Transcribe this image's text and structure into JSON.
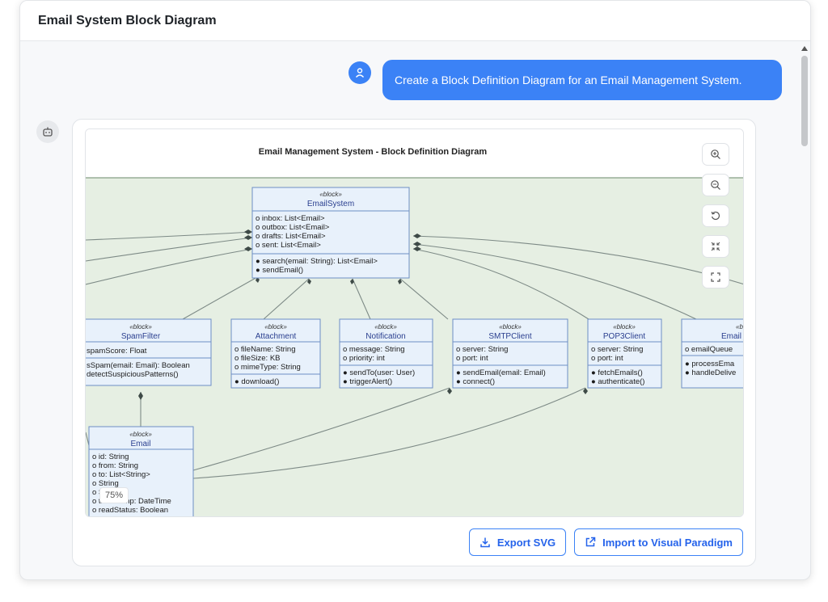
{
  "window": {
    "title": "Email System Block Diagram"
  },
  "chat": {
    "user_message": "Create a Block Definition Diagram for an Email Management System."
  },
  "diagram": {
    "title": "Email Management System - Block Definition Diagram",
    "zoom_level": "75%",
    "colors": {
      "canvas": "#e6efe3",
      "block_fill": "#e8f1fb",
      "block_border": "#6d8ec4",
      "block_name": "#2a3f8f"
    },
    "stereotype": "«block»",
    "blocks": {
      "emailsystem": {
        "name": "EmailSystem",
        "attributes": [
          "o inbox: List<Email>",
          "o outbox: List<Email>",
          "o drafts: List<Email>",
          "o sent: List<Email>"
        ],
        "operations": [
          "● search(email: String): List<Email>",
          "● sendEmail()"
        ]
      },
      "spamfilter": {
        "name": "SpamFilter",
        "attributes": [
          "spamScore: Float"
        ],
        "operations": [
          "sSpam(email: Email): Boolean",
          "detectSuspiciousPatterns()"
        ]
      },
      "attachment": {
        "name": "Attachment",
        "attributes": [
          "o fileName: String",
          "o fileSize: KB",
          "o mimeType: String"
        ],
        "operations": [
          "● download()"
        ]
      },
      "notification": {
        "name": "Notification",
        "attributes": [
          "o message: String",
          "o priority: int"
        ],
        "operations": [
          "● sendTo(user: User)",
          "● triggerAlert()"
        ]
      },
      "smtpclient": {
        "name": "SMTPClient",
        "attributes": [
          "o server: String",
          "o port: int"
        ],
        "operations": [
          "● sendEmail(email: Email)",
          "● connect()"
        ]
      },
      "pop3client": {
        "name": "POP3Client",
        "attributes": [
          "o server: String",
          "o port: int"
        ],
        "operations": [
          "● fetchEmails()",
          "● authenticate()"
        ]
      },
      "emailqueue": {
        "name": "Email",
        "stereotype": "«b",
        "attributes": [
          "o emailQueue"
        ],
        "operations": [
          "● processEma",
          "● handleDelive"
        ]
      },
      "email": {
        "name": "Email",
        "attributes": [
          "o id: String",
          "o from: String",
          "o to: List<String>",
          "o      String",
          "o      String",
          "o timestamp: DateTime",
          "o readStatus: Boolean"
        ]
      }
    }
  },
  "actions": {
    "export_svg": "Export SVG",
    "import_vp": "Import to Visual Paradigm"
  }
}
